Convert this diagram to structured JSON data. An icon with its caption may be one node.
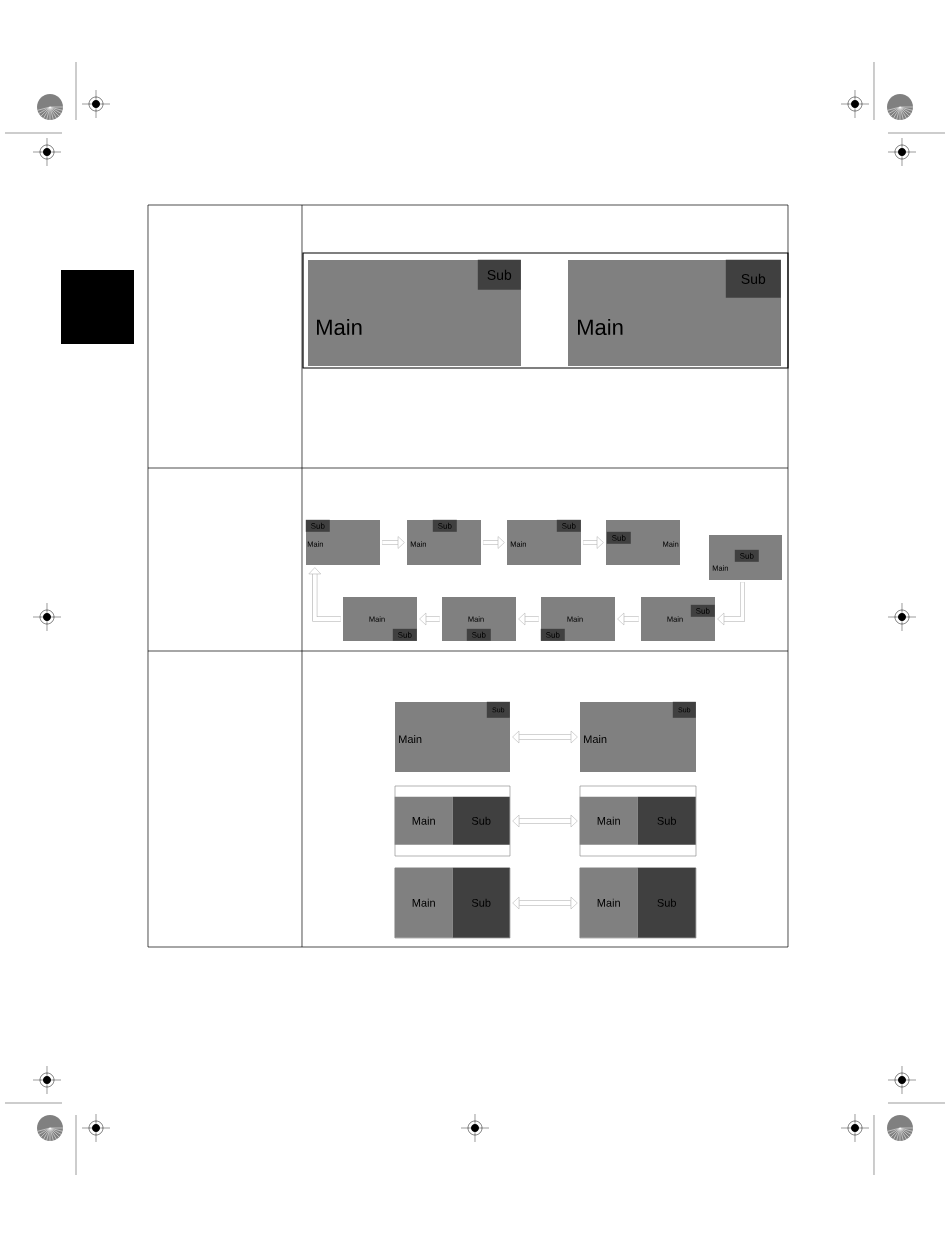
{
  "diagram": {
    "nodes": [
      {
        "text": [
          "Main"
        ]
      },
      {
        "text": [
          "Sub"
        ],
        "in": 0
      },
      {
        "text": [
          "Main"
        ]
      },
      {
        "text": [
          "Sub"
        ],
        "in": 2
      },
      {
        "text": [
          "Main"
        ]
      },
      {
        "text": [
          "Sub"
        ],
        "in": 4
      },
      {
        "text": [
          "Main"
        ]
      },
      {
        "text": [
          "Sub"
        ],
        "in": 6
      },
      {
        "text": [
          "Main"
        ]
      },
      {
        "text": [
          "Sub"
        ],
        "in": 8
      },
      {
        "text": [
          "Main"
        ]
      },
      {
        "text": [
          "Sub"
        ],
        "in": 10
      },
      {
        "text": [
          "Main"
        ]
      },
      {
        "text": [
          "Sub"
        ],
        "in": 12
      },
      {
        "text": [
          "Main"
        ]
      },
      {
        "text": [
          "Sub"
        ],
        "in": 14
      },
      {
        "text": [
          "Main"
        ]
      },
      {
        "text": [
          "Sub"
        ],
        "in": 16
      },
      {
        "text": [
          "Main"
        ]
      },
      {
        "text": [
          "Sub"
        ],
        "in": 18
      },
      {
        "text": [
          "Main"
        ]
      },
      {
        "text": [
          "Sub"
        ],
        "in": 20
      },
      {
        "text": [
          "Main"
        ]
      },
      {
        "text": [
          "Sub"
        ],
        "in": 22
      },
      {
        "text": [
          "Main"
        ]
      },
      {
        "text": [
          "Sub"
        ],
        "in": 24
      },
      {
        "text": [],
        "shape": "box"
      },
      {
        "text": [
          "Main"
        ],
        "in": 26
      },
      {
        "text": [
          "Sub"
        ],
        "in": 26
      },
      {
        "text": [],
        "shape": "box"
      },
      {
        "text": [
          "Main"
        ],
        "in": 29
      },
      {
        "text": [
          "Sub"
        ],
        "in": 29
      },
      {
        "text": [],
        "shape": "box"
      },
      {
        "text": [
          "Main"
        ],
        "in": 32
      },
      {
        "text": [
          "Sub"
        ],
        "in": 32
      },
      {
        "text": [],
        "shape": "box"
      },
      {
        "text": [
          "Main"
        ],
        "in": 35
      },
      {
        "text": [
          "Sub"
        ],
        "in": 35
      }
    ],
    "edges": [
      {
        "from": 4,
        "to": 6,
        "arrow": "to"
      },
      {
        "from": 6,
        "to": 8,
        "arrow": "to"
      },
      {
        "from": 8,
        "to": 10,
        "arrow": "to"
      },
      {
        "from": 12,
        "to": 20,
        "arrow": "to"
      },
      {
        "from": 20,
        "to": 18,
        "arrow": "to"
      },
      {
        "from": 18,
        "to": 16,
        "arrow": "to"
      },
      {
        "from": 16,
        "to": 14,
        "arrow": "to"
      },
      {
        "from": 14,
        "to": 4,
        "arrow": "to"
      },
      {
        "from": 22,
        "to": 24,
        "arrow": "both"
      },
      {
        "from": 26,
        "to": 29,
        "arrow": "both"
      },
      {
        "from": 32,
        "to": 35,
        "arrow": "both"
      }
    ]
  }
}
